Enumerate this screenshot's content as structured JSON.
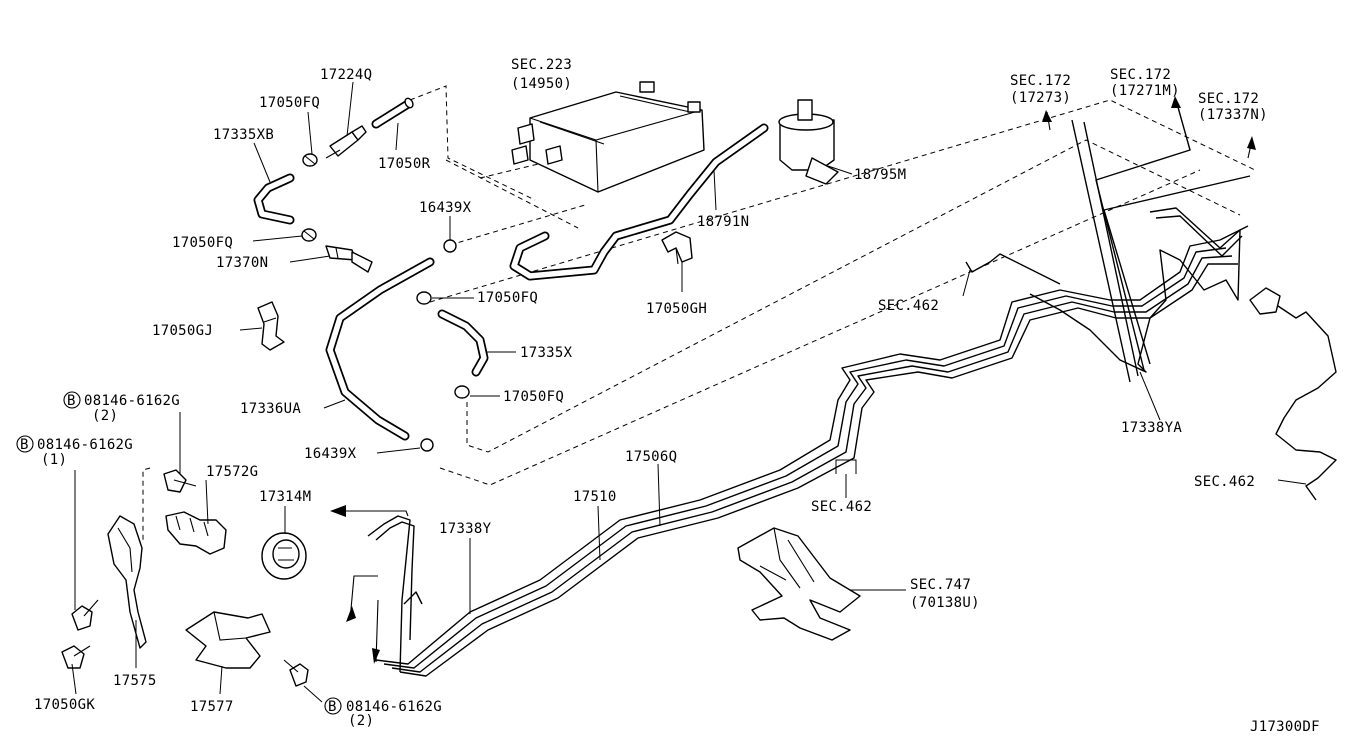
{
  "diagram_code": "J17300DF",
  "labels": {
    "p17224Q": "17224Q",
    "p17050FQ_a": "17050FQ",
    "p17335XB": "17335XB",
    "p17050R": "17050R",
    "sec223": "SEC.223",
    "sec223_ref": "(14950)",
    "p16439X_a": "16439X",
    "p17050FQ_b": "17050FQ",
    "p17370N": "17370N",
    "p17050GJ": "17050GJ",
    "p17050FQ_c": "17050FQ",
    "p17335X": "17335X",
    "p17050FQ_d": "17050FQ",
    "p17336UA": "17336UA",
    "p16439X_b": "16439X",
    "p18791N": "18791N",
    "p18795M": "18795M",
    "p17050GH": "17050GH",
    "sec172_a": "SEC.172",
    "sec172_a_ref": "(17273)",
    "sec172_b": "SEC.172",
    "sec172_b_ref": "(17271M)",
    "sec172_c": "SEC.172",
    "sec172_c_ref": "(17337N)",
    "sec462_a": "SEC.462",
    "p17338YA": "17338YA",
    "sec462_b": "SEC.462",
    "sec462_c": "SEC.462",
    "bolt_a": "08146-6162G",
    "bolt_a_qty": "(2)",
    "bolt_b": "08146-6162G",
    "bolt_b_qty": "(1)",
    "p17572G": "17572G",
    "p17314M": "17314M",
    "p17338Y": "17338Y",
    "p17510": "17510",
    "p17506Q": "17506Q",
    "sec747": "SEC.747",
    "sec747_ref": "(70138U)",
    "p17575": "17575",
    "p17050GK": "17050GK",
    "p17577": "17577",
    "bolt_c": "08146-6162G",
    "bolt_c_qty": "(2)",
    "bolt_symbol": "B"
  }
}
